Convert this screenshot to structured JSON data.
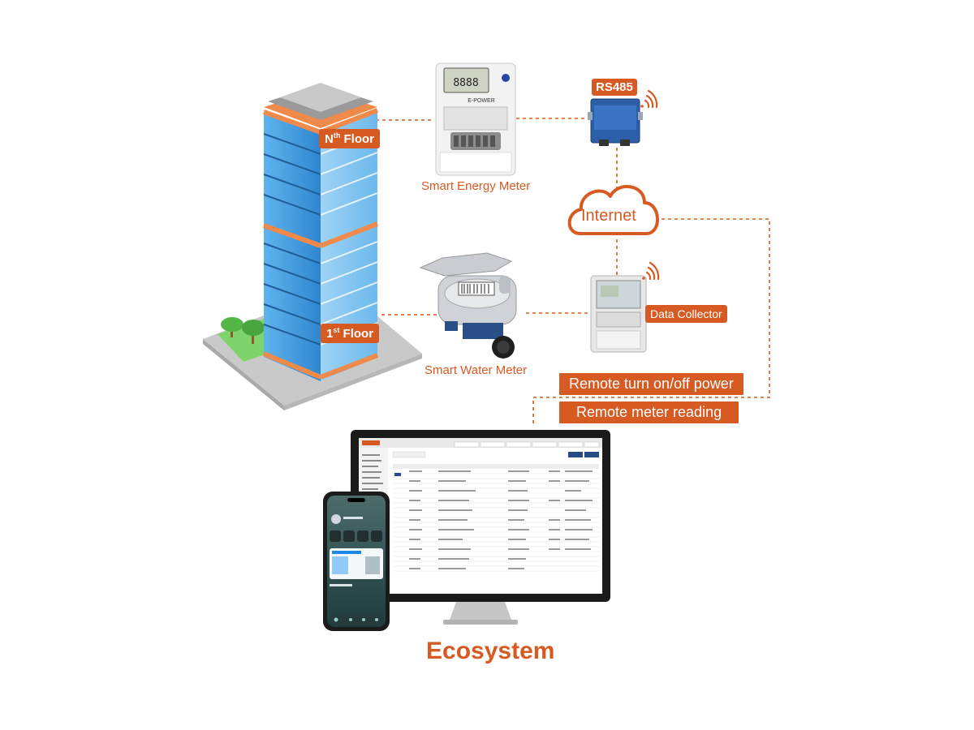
{
  "floors": {
    "nth_prefix": "N",
    "nth_sup": "th",
    "first_prefix": "1",
    "first_sup": "st",
    "word": "Floor"
  },
  "devices": {
    "energy_meter": "Smart Energy Meter",
    "water_meter": "Smart Water Meter",
    "rs485": "RS485",
    "internet": "Internet",
    "data_collector": "Data Collector",
    "meter_brand": "E-POWER"
  },
  "actions": {
    "remote_power": "Remote turn on/off power",
    "remote_reading": "Remote meter reading"
  },
  "title": "Ecosystem",
  "colors": {
    "accent": "#d65a22",
    "building_blue": "#3a8fd6",
    "building_orange": "#f08a4b",
    "grass": "#5cb85c"
  },
  "icons": [
    "wifi-icon",
    "cloud-icon",
    "building-icon",
    "tree-icon"
  ]
}
